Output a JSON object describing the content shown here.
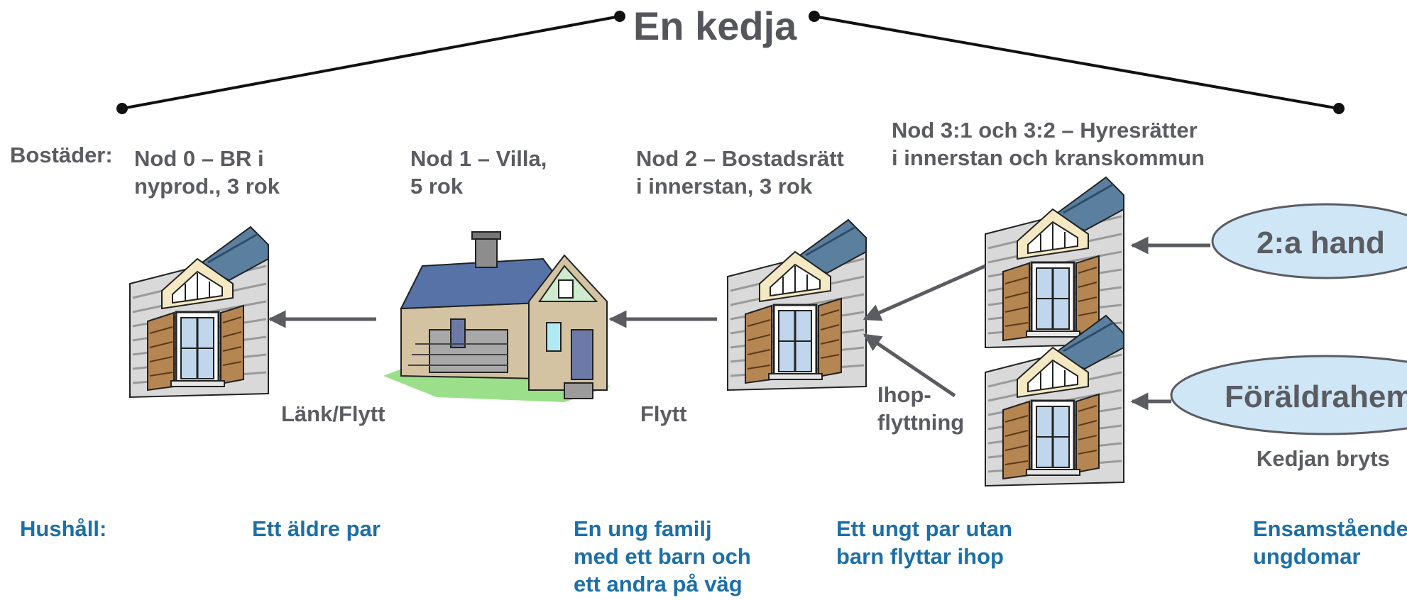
{
  "title": "En kedja",
  "row_labels": {
    "housing": "Bostäder:",
    "households": "Hushåll:"
  },
  "nodes": {
    "n0": "Nod 0 – BR i\nnyprod., 3 rok",
    "n1": "Nod 1 – Villa,\n5 rok",
    "n2": "Nod 2 – Bostadsrätt\ni innerstan, 3 rok",
    "n3": "Nod 3:1 och 3:2 – Hyresrätter\ni innerstan och kranskommun"
  },
  "links": {
    "l1": "Länk/Flytt",
    "l2": "Flytt",
    "l3": "Ihop-\nflyttning",
    "break": "Kedjan bryts"
  },
  "ovals": {
    "o1": "2:a hand",
    "o2": "Föräldrahem"
  },
  "households": {
    "h1": "Ett äldre par",
    "h2": "En ung familj\nmed ett barn och\nett andra på väg",
    "h3": "Ett ungt par utan\nbarn flyttar ihop",
    "h4": "Ensamstående\nungdomar"
  },
  "colors": {
    "text_gray": "#5a5c62",
    "text_blue": "#1c6fa8",
    "oval_fill": "#cfe6f7",
    "arrow": "#5a5c62"
  }
}
